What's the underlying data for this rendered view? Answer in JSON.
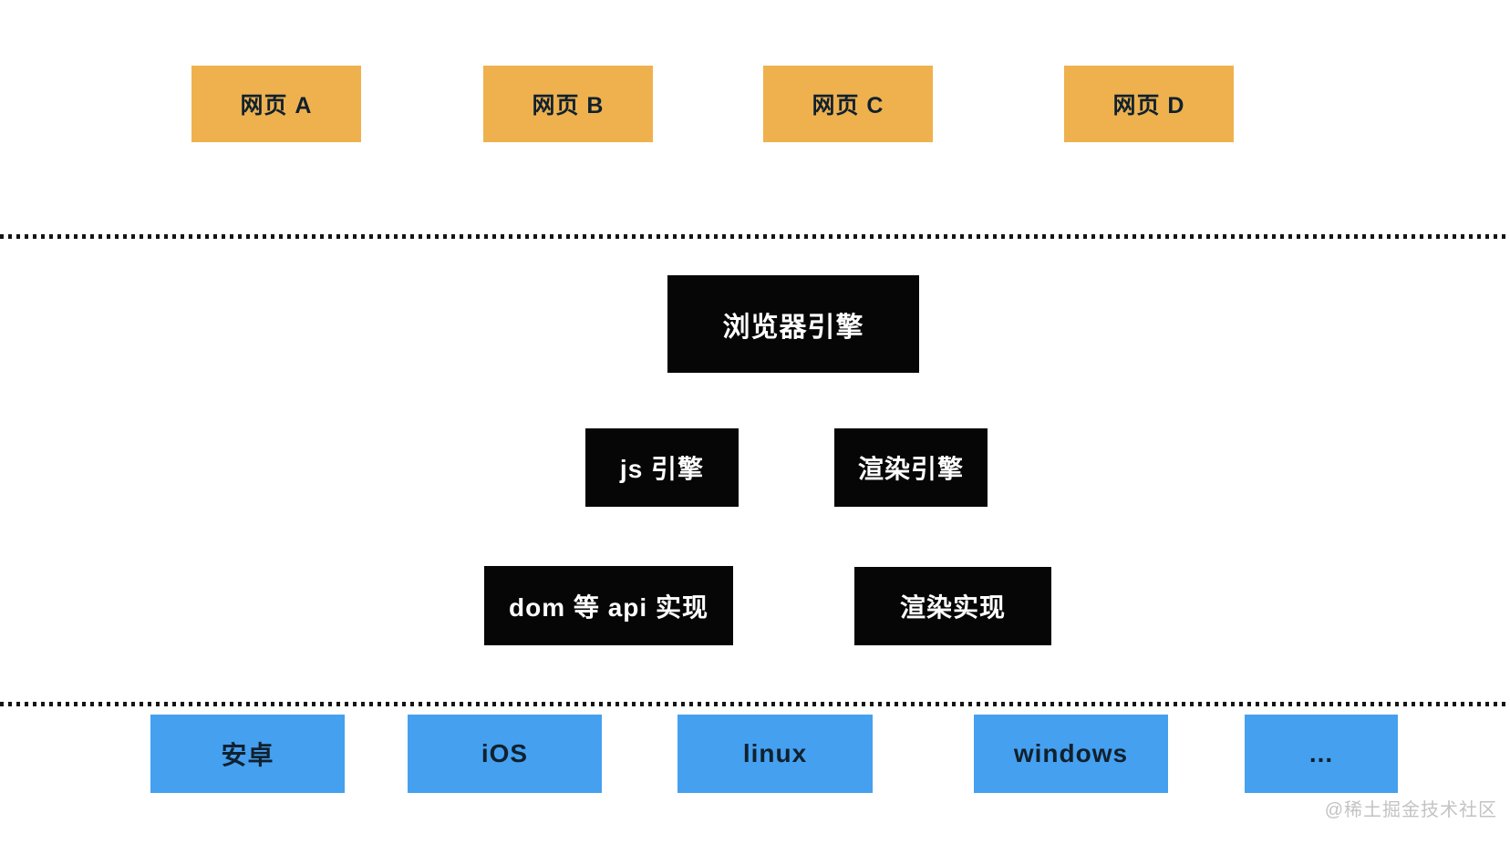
{
  "colors": {
    "background": "#ffffff",
    "page_box": "#efb14e",
    "engine_box": "#060606",
    "engine_text": "#ffffff",
    "platform_box": "#45a0f0",
    "node_text": "#10212e",
    "dotted_line": "#141414",
    "watermark": "#c3c3c3"
  },
  "nodes": {
    "pages": [
      {
        "label": "网页 A"
      },
      {
        "label": "网页 B"
      },
      {
        "label": "网页 C"
      },
      {
        "label": "网页 D"
      }
    ],
    "engines": {
      "browser": "浏览器引擎",
      "js": "js 引擎",
      "render": "渲染引擎",
      "dom_api": "dom 等 api 实现",
      "render_impl": "渲染实现"
    },
    "platforms": [
      {
        "label": "安卓"
      },
      {
        "label": "iOS"
      },
      {
        "label": "linux"
      },
      {
        "label": "windows"
      },
      {
        "label": "..."
      }
    ]
  },
  "watermark": {
    "text": "@稀土掘金技术社区"
  }
}
